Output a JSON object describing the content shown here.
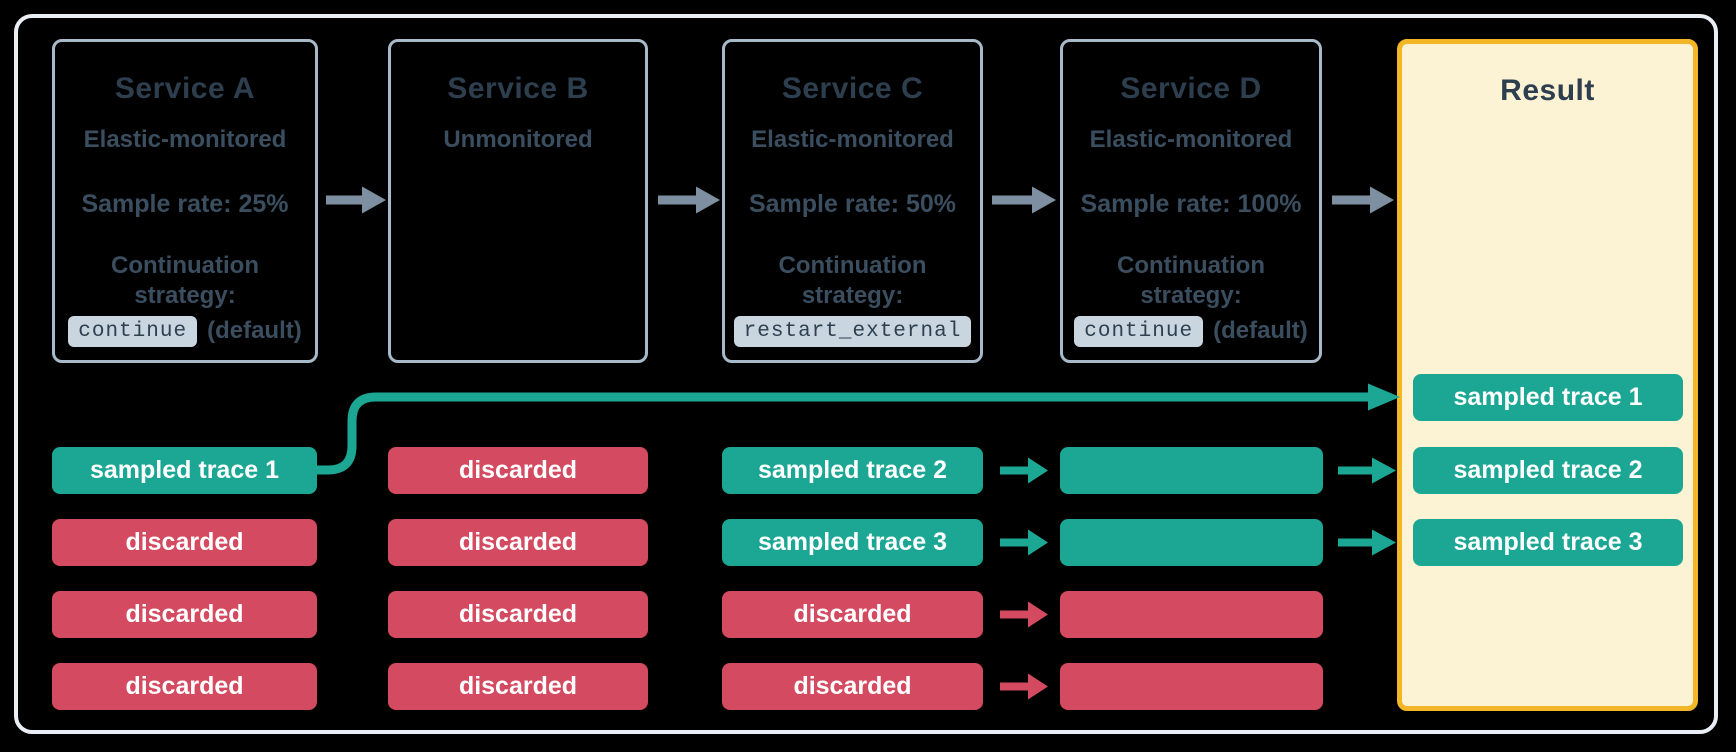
{
  "services": [
    {
      "title": "Service A",
      "monitoring": "Elastic-monitored",
      "sample_rate": "Sample rate: 25%",
      "continuation_line1": "Continuation",
      "continuation_line2": "strategy:",
      "strategy_code": "continue",
      "strategy_note": "(default)",
      "pills": [
        {
          "label": "sampled trace 1",
          "type": "sampled"
        },
        {
          "label": "discarded",
          "type": "discarded"
        },
        {
          "label": "discarded",
          "type": "discarded"
        },
        {
          "label": "discarded",
          "type": "discarded"
        }
      ]
    },
    {
      "title": "Service B",
      "monitoring": "Unmonitored",
      "pills": [
        {
          "label": "discarded",
          "type": "discarded"
        },
        {
          "label": "discarded",
          "type": "discarded"
        },
        {
          "label": "discarded",
          "type": "discarded"
        },
        {
          "label": "discarded",
          "type": "discarded"
        }
      ]
    },
    {
      "title": "Service C",
      "monitoring": "Elastic-monitored",
      "sample_rate": "Sample rate: 50%",
      "continuation_line1": "Continuation",
      "continuation_line2": "strategy:",
      "strategy_code": "restart_external",
      "pills": [
        {
          "label": "sampled trace 2",
          "type": "sampled"
        },
        {
          "label": "sampled trace 3",
          "type": "sampled"
        },
        {
          "label": "discarded",
          "type": "discarded"
        },
        {
          "label": "discarded",
          "type": "discarded"
        }
      ]
    },
    {
      "title": "Service D",
      "monitoring": "Elastic-monitored",
      "sample_rate": "Sample rate: 100%",
      "continuation_line1": "Continuation",
      "continuation_line2": "strategy:",
      "strategy_code": "continue",
      "strategy_note": "(default)",
      "pills": [
        {
          "label": "",
          "type": "sampled"
        },
        {
          "label": "",
          "type": "sampled"
        },
        {
          "label": "",
          "type": "discarded"
        },
        {
          "label": "",
          "type": "discarded"
        }
      ]
    }
  ],
  "result": {
    "title": "Result",
    "pills": [
      {
        "label": "sampled trace 1",
        "type": "sampled"
      },
      {
        "label": "sampled trace 2",
        "type": "sampled"
      },
      {
        "label": "sampled trace 3",
        "type": "sampled"
      }
    ]
  },
  "colors": {
    "background": "#000000",
    "canvas_border": "#e9eff5",
    "service_box_border": "#a8bac9",
    "title_text": "#2d3e4f",
    "body_text": "#3b4e60",
    "code_pill_bg": "#c9d5df",
    "sampled_teal": "#1CA795",
    "discarded_red": "#D44A60",
    "flow_arrow_gray": "#7d8fa0",
    "result_border": "#f2b626",
    "result_fill": "#fcf2d4"
  }
}
